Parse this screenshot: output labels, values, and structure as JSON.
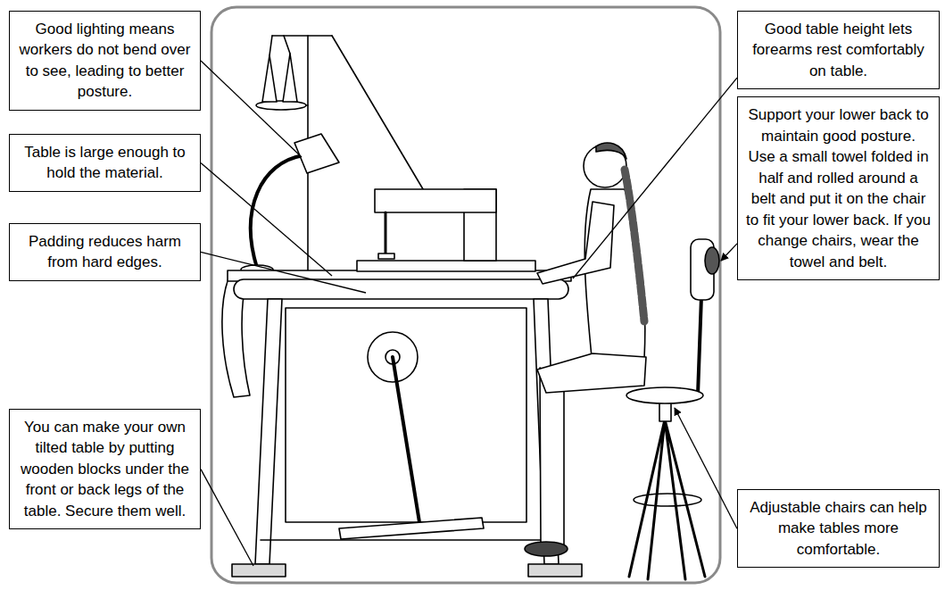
{
  "diagram": {
    "nodes": [
      {
        "text": [
          "Good lighting means workers do not bend over to see, leading to better posture."
        ]
      },
      {
        "text": [
          "Table is large enough to hold the material."
        ]
      },
      {
        "text": [
          "Padding reduces harm from hard edges."
        ]
      },
      {
        "text": [
          "You can make your own tilted table by putting wooden blocks under the front or back legs of the table. Secure them well."
        ]
      },
      {
        "text": [
          "Good table height lets forearms rest comfortably on table."
        ]
      },
      {
        "text": [
          "Support your lower back to maintain good posture. Use a small towel folded in half and rolled around a belt and put it on the chair to fit your lower back. If you change chairs, wear the towel and belt."
        ]
      },
      {
        "text": [
          "Adjustable chairs can help make tables more comfortable."
        ]
      }
    ]
  }
}
